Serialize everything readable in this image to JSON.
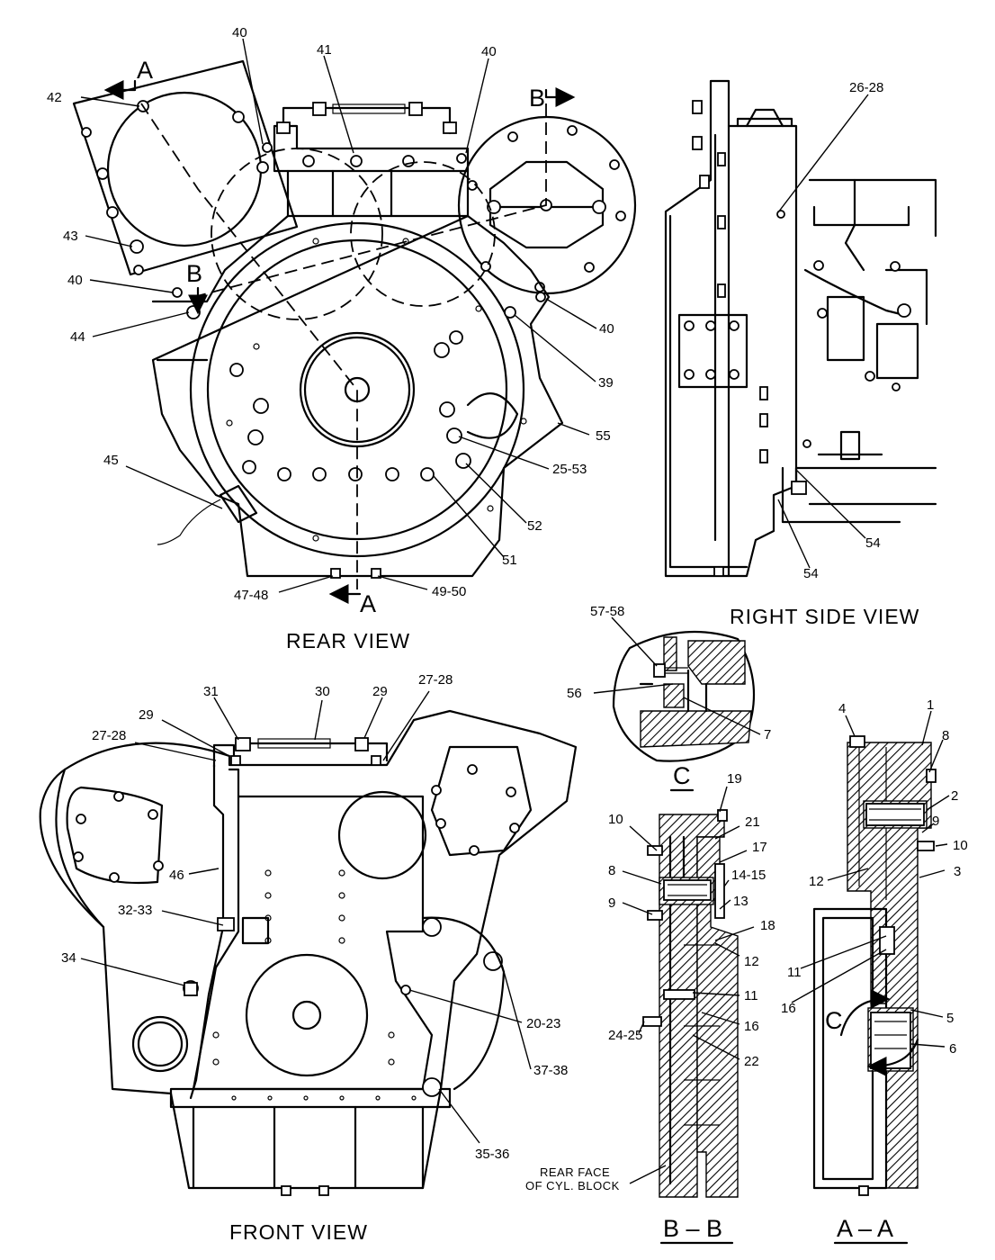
{
  "views": {
    "rear": "REAR VIEW",
    "right_side": "RIGHT SIDE VIEW",
    "front": "FRONT VIEW",
    "detail_c": "C",
    "section_bb": "B – B",
    "section_aa": "A – A"
  },
  "section_markers": {
    "a_top": "A",
    "a_bottom": "A",
    "b_top": "B",
    "b_left": "B",
    "c_arrow": "C"
  },
  "note_rear_face": [
    "REAR FACE",
    "OF CYL. BLOCK"
  ],
  "callouts": {
    "rear": [
      "40",
      "41",
      "40",
      "42",
      "43",
      "40",
      "44",
      "40",
      "39",
      "55",
      "25-53",
      "52",
      "51",
      "45",
      "47-48",
      "49-50"
    ],
    "right_side": [
      "26-28",
      "54",
      "54"
    ],
    "front": [
      "31",
      "30",
      "29",
      "27-28",
      "29",
      "27-28",
      "46",
      "32-33",
      "34",
      "20-23",
      "37-38",
      "35-36"
    ],
    "detail_c": [
      "57-58",
      "56",
      "7"
    ],
    "section_bb": [
      "19",
      "10",
      "21",
      "17",
      "8",
      "14-15",
      "13",
      "9",
      "18",
      "12",
      "11",
      "16",
      "24-25",
      "22"
    ],
    "section_aa": [
      "4",
      "1",
      "8",
      "2",
      "9",
      "10",
      "12",
      "3",
      "11",
      "16",
      "5",
      "6"
    ]
  }
}
